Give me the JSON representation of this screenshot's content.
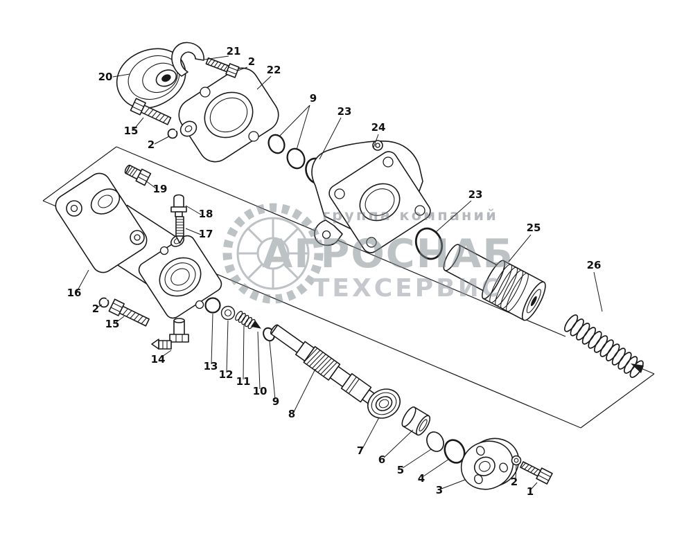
{
  "colors": {
    "background": "#ffffff",
    "line": "#1a1a1a",
    "watermark": "#7e868d"
  },
  "watermark": {
    "line1": "группа компаний",
    "line2": "АГРОСНАБ",
    "line3": "ТЕХСЕРВИС"
  },
  "callouts": [
    {
      "label": "20",
      "part": "protective-boot"
    },
    {
      "label": "21",
      "part": "bracket"
    },
    {
      "label": "2",
      "part": "bolt"
    },
    {
      "label": "22",
      "part": "mounting-flange"
    },
    {
      "label": "15",
      "part": "bolt"
    },
    {
      "label": "2",
      "part": "washer"
    },
    {
      "label": "9",
      "part": "o-rings"
    },
    {
      "label": "23",
      "part": "o-ring"
    },
    {
      "label": "24",
      "part": "housing"
    },
    {
      "label": "23",
      "part": "o-ring"
    },
    {
      "label": "25",
      "part": "piston"
    },
    {
      "label": "26",
      "part": "spring"
    },
    {
      "label": "19",
      "part": "plug"
    },
    {
      "label": "18",
      "part": "cap-fitting"
    },
    {
      "label": "17",
      "part": "bleeder-valve"
    },
    {
      "label": "16",
      "part": "valve-body"
    },
    {
      "label": "2",
      "part": "washer"
    },
    {
      "label": "15",
      "part": "bolt"
    },
    {
      "label": "14",
      "part": "elbow-fitting"
    },
    {
      "label": "13",
      "part": "o-ring"
    },
    {
      "label": "12",
      "part": "washer"
    },
    {
      "label": "11",
      "part": "spring-small"
    },
    {
      "label": "10",
      "part": "poppet"
    },
    {
      "label": "9",
      "part": "ring"
    },
    {
      "label": "8",
      "part": "spool-shaft"
    },
    {
      "label": "7",
      "part": "bearing"
    },
    {
      "label": "6",
      "part": "bushing"
    },
    {
      "label": "5",
      "part": "snap-ring"
    },
    {
      "label": "4",
      "part": "o-ring"
    },
    {
      "label": "3",
      "part": "end-cap"
    },
    {
      "label": "2",
      "part": "washer"
    },
    {
      "label": "1",
      "part": "bolt"
    }
  ]
}
